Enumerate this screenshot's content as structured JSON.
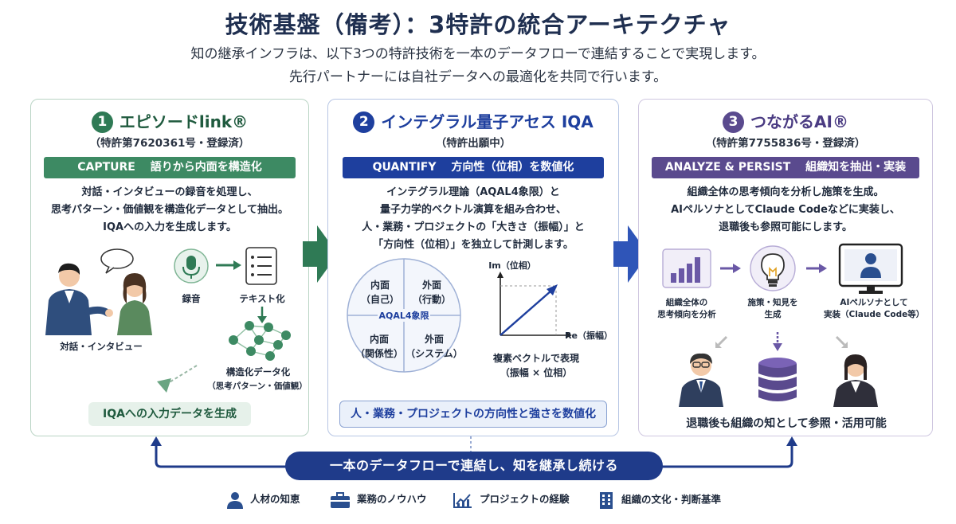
{
  "header": {
    "title": "技術基盤（備考）：3特許の統合アーキテクチャ",
    "subtitle_line1": "知の継承インフラは、以下3つの特許技術を一本のデータフローで連結することで実現します。",
    "subtitle_line2": "先行パートナーには自社データへの最適化を共同で行います。"
  },
  "panel1": {
    "number": "1",
    "title": "エピソードlink®",
    "patent": "（特許第7620361号・登録済）",
    "banner": "CAPTURE　 語りから内面を構造化",
    "desc": [
      "対話・インタビューの録音を処理し、",
      "思考パターン・価値観を構造化データとして抽出。",
      "IQAへの入力を生成します。"
    ],
    "label_dialog": "対話・インタビュー",
    "label_record": "録音",
    "label_text": "テキスト化",
    "label_struct": "構造化データ化",
    "label_struct_sub": "（思考パターン・価値観）",
    "footer": "IQAへの入力データを生成",
    "bubble": "・・・",
    "color": "#2f7a55"
  },
  "panel2": {
    "number": "2",
    "title": "インテグラル量子アセス IQA",
    "patent": "（特許出願中）",
    "banner": "QUANTIFY　 方向性（位相）を数値化",
    "desc": [
      "インテグラル理論（AQAL4象限）と",
      "量子力学的ベクトル演算を組み合わせ、",
      "人・業務・プロジェクトの「大きさ（振幅）」と",
      "「方向性（位相）」を独立して計測します。"
    ],
    "quadrants": {
      "tl": [
        "内面",
        "（自己）"
      ],
      "tr": [
        "外面",
        "（行動）"
      ],
      "bl": [
        "内面",
        "（関係性）"
      ],
      "br": [
        "外面",
        "（システム）"
      ],
      "center": "AQAL4象限"
    },
    "vector_ylabel": "Im（位相）",
    "vector_xlabel": "Re（振幅）",
    "vector_caption1": "複素ベクトルで表現",
    "vector_caption2": "（振幅 × 位相）",
    "footer": "人・業務・プロジェクトの方向性と強さを数値化",
    "color": "#1e3f9e"
  },
  "panel3": {
    "number": "3",
    "title": "つながるAI®",
    "patent": "（特許第7755836号・登録済）",
    "banner": "ANALYZE & PERSIST　 組織知を抽出・実装",
    "desc": [
      "組織全体の思考傾向を分析し施策を生成。",
      "AIペルソナとしてClaude Codeなどに実装し、",
      "退職後も参照可能にします。"
    ],
    "label_analyze": [
      "組織全体の",
      "思考傾向を分析"
    ],
    "label_policy": [
      "施策・知見を",
      "生成"
    ],
    "label_persona": [
      "AIペルソナとして",
      "実装（Claude Code等）"
    ],
    "footer": "退職後も組織の知として参照・活用可能",
    "color": "#5a4a8e"
  },
  "flow_bar": "一本のデータフローで連結し、知を継承し続ける",
  "legend": [
    {
      "icon": "person-icon",
      "label": "人材の知恵"
    },
    {
      "icon": "briefcase-icon",
      "label": "業務のノウハウ"
    },
    {
      "icon": "growth-chart-icon",
      "label": "プロジェクトの経験"
    },
    {
      "icon": "building-icon",
      "label": "組織の文化・判断基準"
    }
  ]
}
